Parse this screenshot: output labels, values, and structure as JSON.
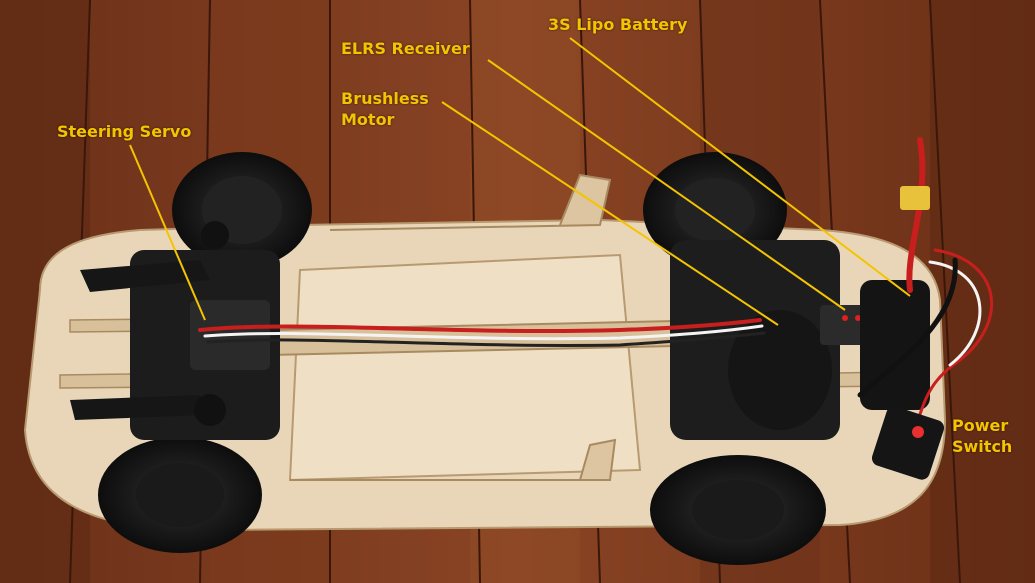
{
  "labels": {
    "battery": "3S Lipo Battery",
    "receiver": "ELRS Receiver",
    "motor_line1": "Brushless",
    "motor_line2": "Motor",
    "servo": "Steering Servo",
    "switch_line1": "Power",
    "switch_line2": "Switch"
  },
  "colors": {
    "annotation": "#f5c400",
    "floor": "#7a3b1c",
    "plywood": "#e9d6b8"
  }
}
